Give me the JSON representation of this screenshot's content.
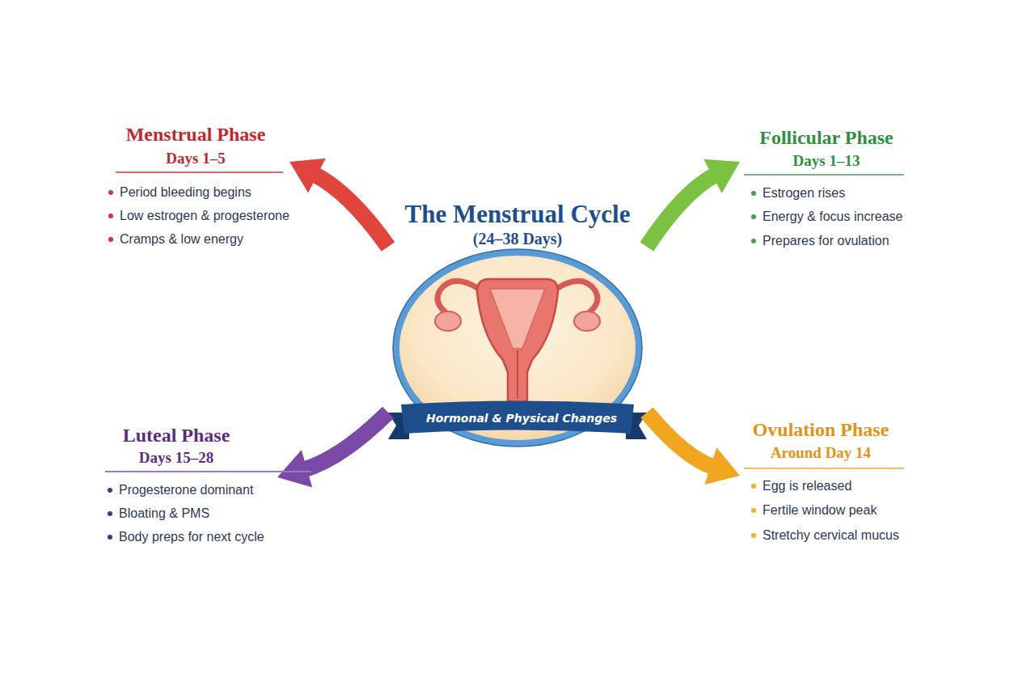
{
  "diagram": {
    "nodes": [
      {
        "text": [
          "Menstrual Phase",
          "Days 1–5",
          "Period bleeding begins",
          "Low estrogen & progesterone",
          "Cramps & low energy"
        ]
      },
      {
        "text": [
          "Follicular Phase",
          "Days 1–13",
          "Estrogen rises",
          "Energy & focus increase",
          "Prepares for ovulation"
        ]
      },
      {
        "text": [
          "The Menstrual Cycle",
          "(24–38 Days)",
          "Hormonal & Physical Changes"
        ]
      },
      {
        "text": [
          "Luteal Phase",
          "Days 15–28",
          "Progesterone dominant",
          "Bloating & PMS",
          "Body preps for next cycle"
        ]
      },
      {
        "text": [
          "Ovulation Phase",
          "Around Day 14",
          "Egg is released",
          "Fertile window peak",
          "Stretchy cervical mucus"
        ]
      }
    ],
    "edges": [
      {
        "from": 2,
        "to": 0,
        "arrow": "to"
      },
      {
        "from": 2,
        "to": 1,
        "arrow": "to"
      },
      {
        "from": 2,
        "to": 3,
        "arrow": "to"
      },
      {
        "from": 2,
        "to": 4,
        "arrow": "to"
      }
    ]
  }
}
